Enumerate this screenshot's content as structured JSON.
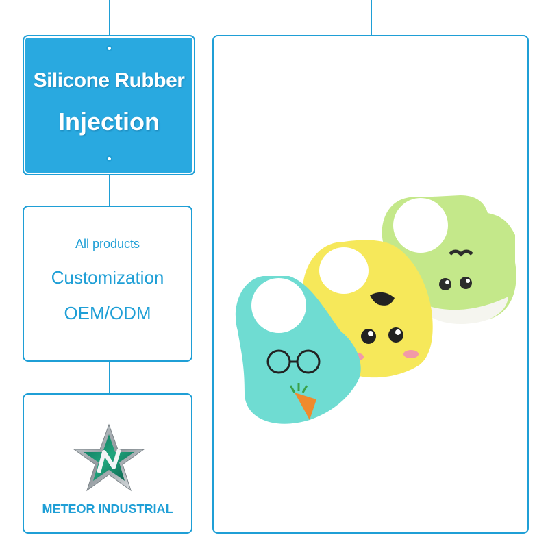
{
  "title": {
    "line1": "Silicone Rubber",
    "line2": "Injection"
  },
  "features": {
    "line1": "All products",
    "line2": "Customization",
    "line3": "OEM/ODM"
  },
  "brand": {
    "name": "METEOR INDUSTRIAL",
    "logo_icon": "star-logo-icon"
  },
  "product_image": {
    "description_icons": [
      "blue-bib-glasses",
      "yellow-bib-cow",
      "green-bib-cat"
    ]
  },
  "colors": {
    "accent": "#1f9fd6",
    "title_bg": "#29a9e0",
    "bib_blue": "#6fdcd2",
    "bib_yellow": "#f6e85a",
    "bib_green": "#c4e88a"
  }
}
